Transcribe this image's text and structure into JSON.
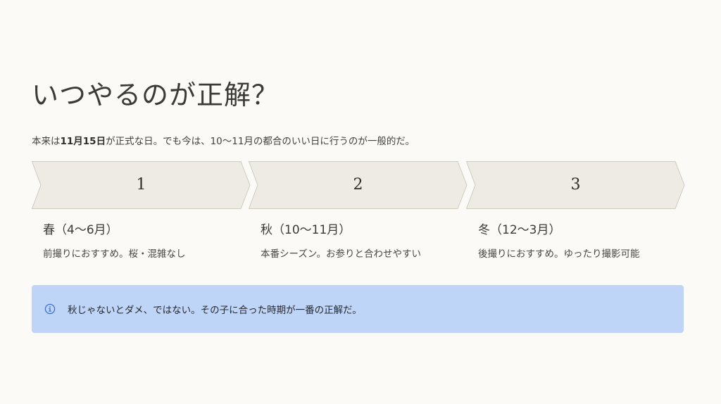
{
  "slide": {
    "title": "いつやるのが正解？",
    "lead": {
      "before": "本来は",
      "bold": "11月15日",
      "after": "が正式な日。でも今は、10〜11月の都合のいい日に行うのが一般的だ。"
    },
    "steps": [
      {
        "number": "1",
        "season": "春（4〜6月）",
        "description": "前撮りにおすすめ。桜・混雑なし"
      },
      {
        "number": "2",
        "season": "秋（10〜11月）",
        "description": "本番シーズン。お参りと合わせやすい"
      },
      {
        "number": "3",
        "season": "冬（12〜3月）",
        "description": "後撮りにおすすめ。ゆったり撮影可能"
      }
    ],
    "callout": {
      "icon": "info-icon",
      "text": "秋じゃないとダメ、ではない。その子に合った時期が一番の正解だ。"
    }
  },
  "colors": {
    "background": "#fbfaf7",
    "chevron_fill": "#edebe3",
    "chevron_stroke": "#cfcbbd",
    "callout_bg": "#bfd5f8",
    "info_icon": "#3d6fd6"
  }
}
